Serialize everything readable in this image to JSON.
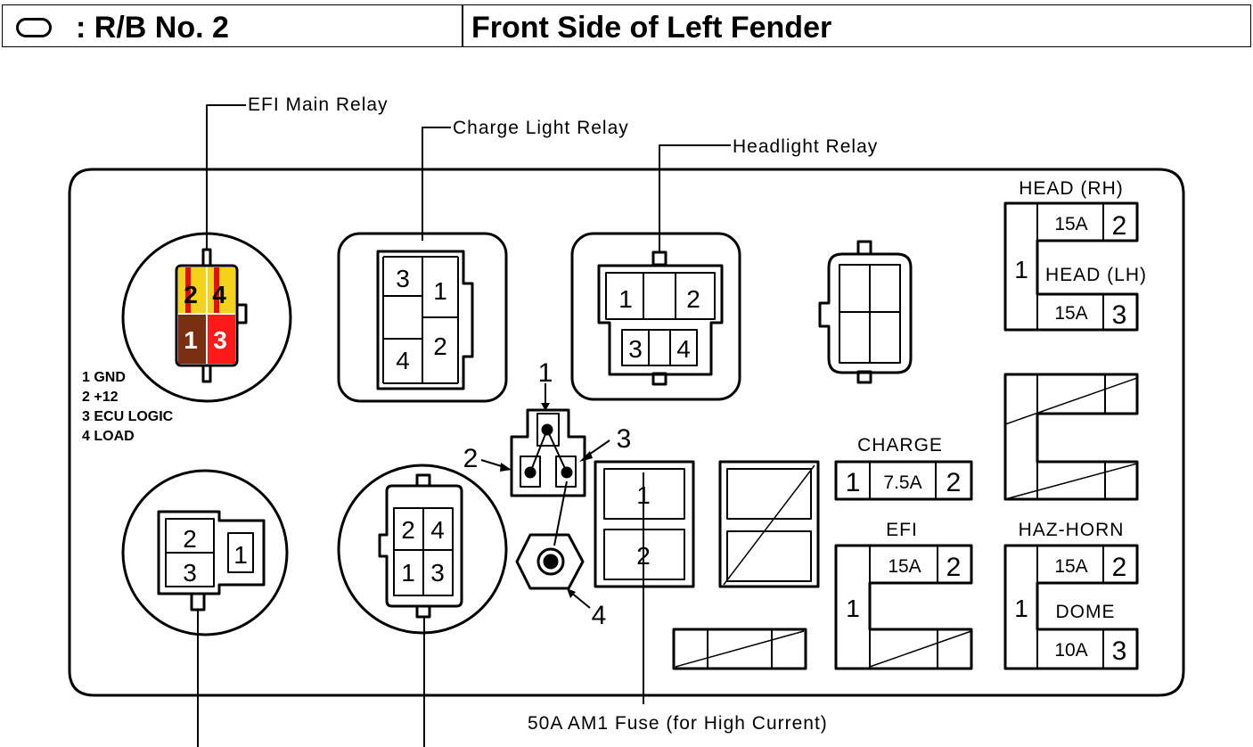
{
  "header": {
    "left_symbol": "oval-symbol-icon",
    "left_title": ": R/B No. 2",
    "right_title": "Front Side of Left Fender"
  },
  "callouts": {
    "efi_main_relay": "EFI Main Relay",
    "charge_light_relay": "Charge Light Relay",
    "headlight_relay": "Headlight Relay",
    "am1_fuse": "50A AM1 Fuse (for High Current)"
  },
  "efi_relay": {
    "pins": [
      "2",
      "4",
      "1",
      "3"
    ],
    "legend": [
      "1 GND",
      "2 +12",
      "3 ECU LOGIC",
      "4 LOAD"
    ],
    "colors": {
      "pin2": "#f5d21a",
      "pin4": "#f5d21a",
      "pin1": "#7a3010",
      "pin3": "#ff1a1a",
      "stripe": "#e01010"
    }
  },
  "charge_relay_pins": [
    "3",
    "1",
    "4",
    "2"
  ],
  "headlight_relay_pins": [
    "1",
    "2",
    "3",
    "4"
  ],
  "lower_left_pins": [
    "2",
    "3",
    "1"
  ],
  "lower_mid_pins": [
    "2",
    "4",
    "1",
    "3"
  ],
  "terminal_labels": [
    "1",
    "2",
    "3",
    "4"
  ],
  "am1_fuse_pins": [
    "1",
    "2"
  ],
  "fuses": {
    "head_rh": {
      "name": "HEAD (RH)",
      "rating": "15A",
      "pin": "2"
    },
    "head_lh": {
      "name": "HEAD (LH)",
      "rating": "15A",
      "pin": "3"
    },
    "head_common_pin": "1",
    "charge": {
      "name": "CHARGE",
      "pin_left": "1",
      "rating": "7.5A",
      "pin_right": "2"
    },
    "efi": {
      "name": "EFI",
      "rating": "15A",
      "pin": "2",
      "common_pin": "1"
    },
    "haz_horn": {
      "name": "HAZ-HORN",
      "rating": "15A",
      "pin": "2"
    },
    "dome": {
      "name": "DOME",
      "rating": "10A",
      "pin": "3"
    },
    "haz_dome_common_pin": "1"
  }
}
